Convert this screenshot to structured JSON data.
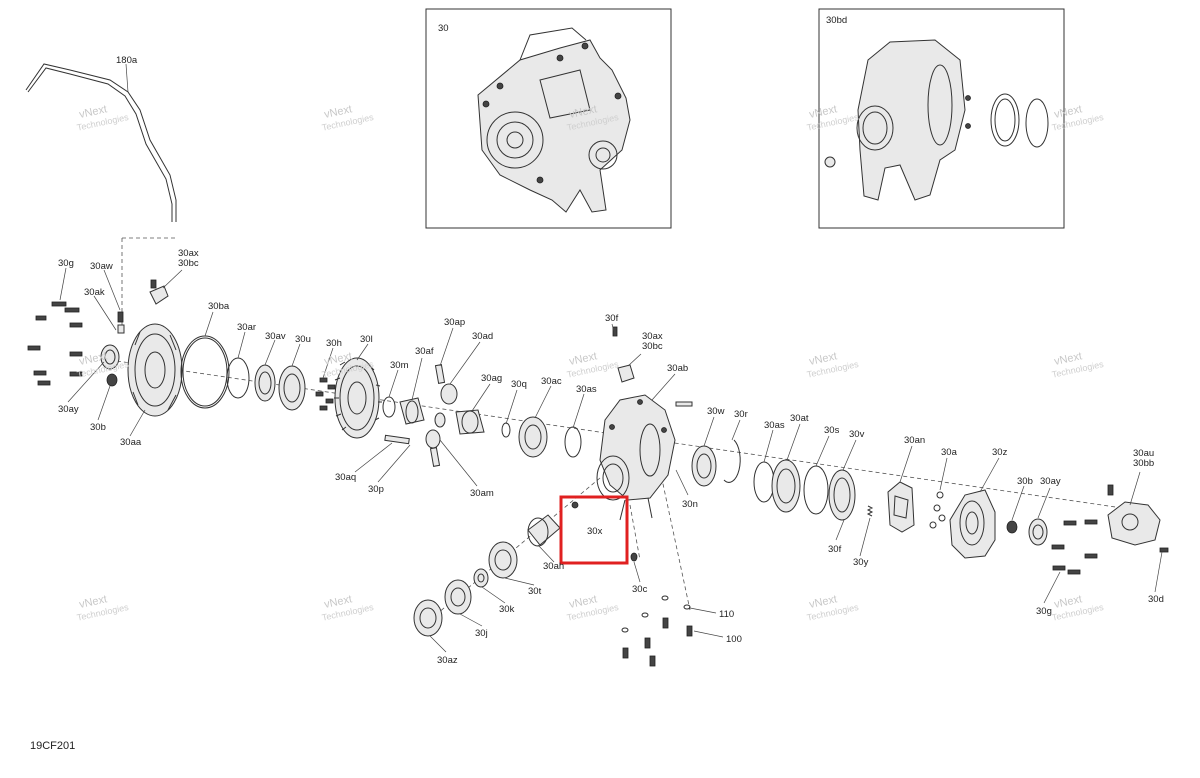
{
  "diagram": {
    "inset_labels": [
      "30",
      "30bd"
    ],
    "callouts": {
      "c180a": "180a",
      "c30g": "30g",
      "c30aw": "30aw",
      "c30ak": "30ak",
      "c30ax_a": "30ax",
      "c30bc_a": "30bc",
      "c30ba": "30ba",
      "c30ar": "30ar",
      "c30av": "30av",
      "c30u": "30u",
      "c30h": "30h",
      "c30l": "30l",
      "c30m": "30m",
      "c30af": "30af",
      "c30ap": "30ap",
      "c30ad": "30ad",
      "c30ag": "30ag",
      "c30q": "30q",
      "c30ac": "30ac",
      "c30as_a": "30as",
      "c30f_a": "30f",
      "c30ax_b": "30ax",
      "c30bc_b": "30bc",
      "c30ab": "30ab",
      "c30w": "30w",
      "c30r": "30r",
      "c30as_b": "30as",
      "c30at": "30at",
      "c30s": "30s",
      "c30v": "30v",
      "c30an": "30an",
      "c30a": "30a",
      "c30z": "30z",
      "c30au": "30au",
      "c30bb": "30bb",
      "c30b_b": "30b",
      "c30ay_b": "30ay",
      "c30ay_a": "30ay",
      "c30b_a": "30b",
      "c30aa": "30aa",
      "c30aq": "30aq",
      "c30p": "30p",
      "c30am": "30am",
      "c30n": "30n",
      "c30x": "30x",
      "c30ah": "30ah",
      "c30c": "30c",
      "c30t": "30t",
      "c30k": "30k",
      "c30j": "30j",
      "c30az": "30az",
      "c110": "110",
      "c100": "100",
      "c30f_b": "30f",
      "c30y": "30y",
      "c30g_b": "30g",
      "c30d": "30d"
    },
    "watermark": [
      "vNext",
      "Technologies"
    ],
    "diagram_code": "19CF201",
    "highlight_color": "#e02020"
  }
}
